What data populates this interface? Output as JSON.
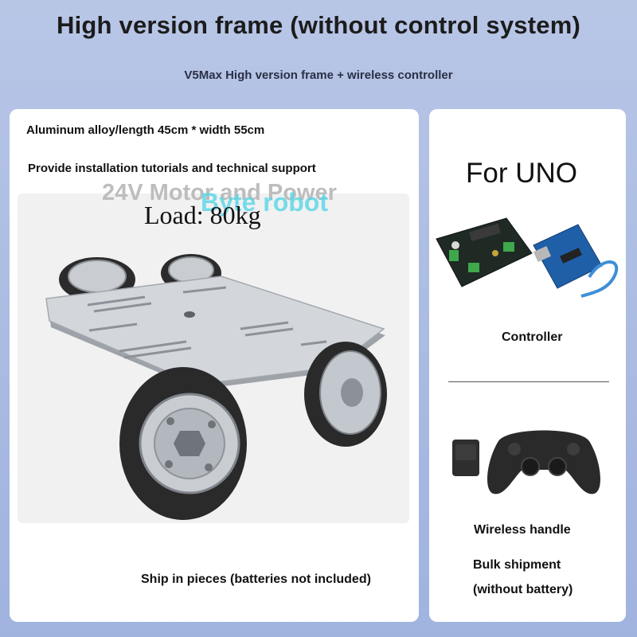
{
  "header": {
    "title": "High version frame (without control system)",
    "subtitle": "V5Max High version frame + wireless controller"
  },
  "left_panel": {
    "spec_material": "Aluminum alloy/length 45cm * width 55cm",
    "spec_support": "Provide installation tutorials and technical support",
    "overlay_motor": "24V Motor and Power",
    "overlay_brand": "Byte robot",
    "overlay_load": "Load: 80kg",
    "ship_note": "Ship in pieces (batteries not included)"
  },
  "right_panel": {
    "for_label": "For UNO",
    "controller_label": "Controller",
    "wireless_label": "Wireless handle",
    "bulk_line1": "Bulk shipment",
    "bulk_line2": "(without battery)"
  },
  "colors": {
    "background": "#a9bae2",
    "panel": "#ffffff",
    "aluminum": "#cfd3d8",
    "tire": "#2a2a2a",
    "pcb_green": "#3ea84a",
    "pcb_blue": "#1f5fa8"
  }
}
